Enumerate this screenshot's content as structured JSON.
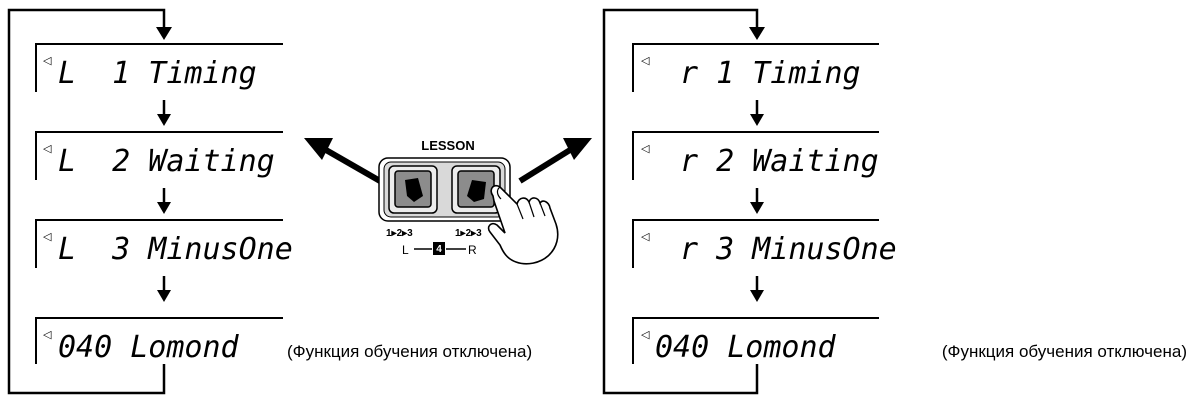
{
  "left_panel": {
    "displays": [
      {
        "icon": "◁",
        "text": "L  1 Timing"
      },
      {
        "icon": "◁",
        "text": "L  2 Waiting"
      },
      {
        "icon": "◁",
        "text": "L  3 MinusOne"
      },
      {
        "icon": "◁",
        "text": "040 Lomond"
      }
    ],
    "caption": "(Функция обучения отключена)"
  },
  "right_panel": {
    "displays": [
      {
        "icon": "◁",
        "text": "r 1 Timing"
      },
      {
        "icon": "◁",
        "text": "r 2 Waiting"
      },
      {
        "icon": "◁",
        "text": "r 3 MinusOne"
      },
      {
        "icon": "◁",
        "text": "040 Lomond"
      }
    ],
    "caption": "(Функция обучения отключена)"
  },
  "lesson_panel": {
    "title": "LESSON",
    "left_sequence": "1▸2▸3",
    "right_sequence": "1▸2▸3",
    "left_label": "L",
    "right_label": "R",
    "mode_number": "4"
  }
}
